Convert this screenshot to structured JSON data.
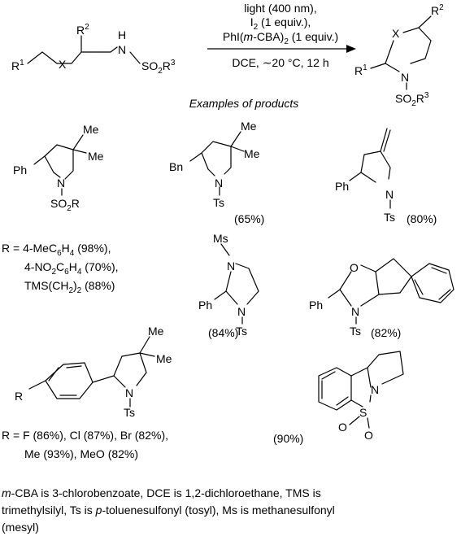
{
  "reaction": {
    "conditions": [
      "light (400 nm),",
      "I",
      "2",
      " (1 equiv.),",
      "PhI(",
      "m",
      "-CBA)",
      "2",
      " (1 equiv.)"
    ],
    "solvent_temp": "DCE, ∼20 °C, 12 h",
    "section_title": "Examples of products"
  },
  "labels": {
    "R1": "R",
    "R1sup": "1",
    "R2": "R",
    "R2sup": "2",
    "R3": "R",
    "R3sup": "3",
    "X": "X",
    "N": "N",
    "H": "H",
    "SO2": "SO",
    "two": "2",
    "Ph": "Ph",
    "Bn": "Bn",
    "Me": "Me",
    "Ts": "Ts",
    "Ms": "Ms",
    "O": "O",
    "S": "S",
    "R": "R"
  },
  "yields": {
    "bn": "(65%)",
    "methylene": "(80%)",
    "imid": "(84%)",
    "indeno": "(82%)",
    "sultam": "(90%)"
  },
  "r_list_1": [
    "R = 4-MeC",
    "6",
    "H",
    "4",
    " (98%),",
    "4-NO",
    "2",
    "C",
    "6",
    "H",
    "4",
    " (70%),",
    "TMS(CH",
    "2",
    ")",
    "2",
    " (88%)"
  ],
  "r_list_2": [
    "R = F (86%), Cl (87%), Br (82%),",
    "Me (93%), MeO (82%)"
  ],
  "footnote": {
    "l1_it": "m",
    "l1": "-CBA is 3-chlorobenzoate, DCE is 1,2-dichloroethane, TMS is",
    "l2a": "trimethylsilyl, Ts is ",
    "l2_it": "p",
    "l2b": "-toluenesulfonyl (tosyl), Ms is methanesulfonyl",
    "l3": "(mesyl)"
  }
}
